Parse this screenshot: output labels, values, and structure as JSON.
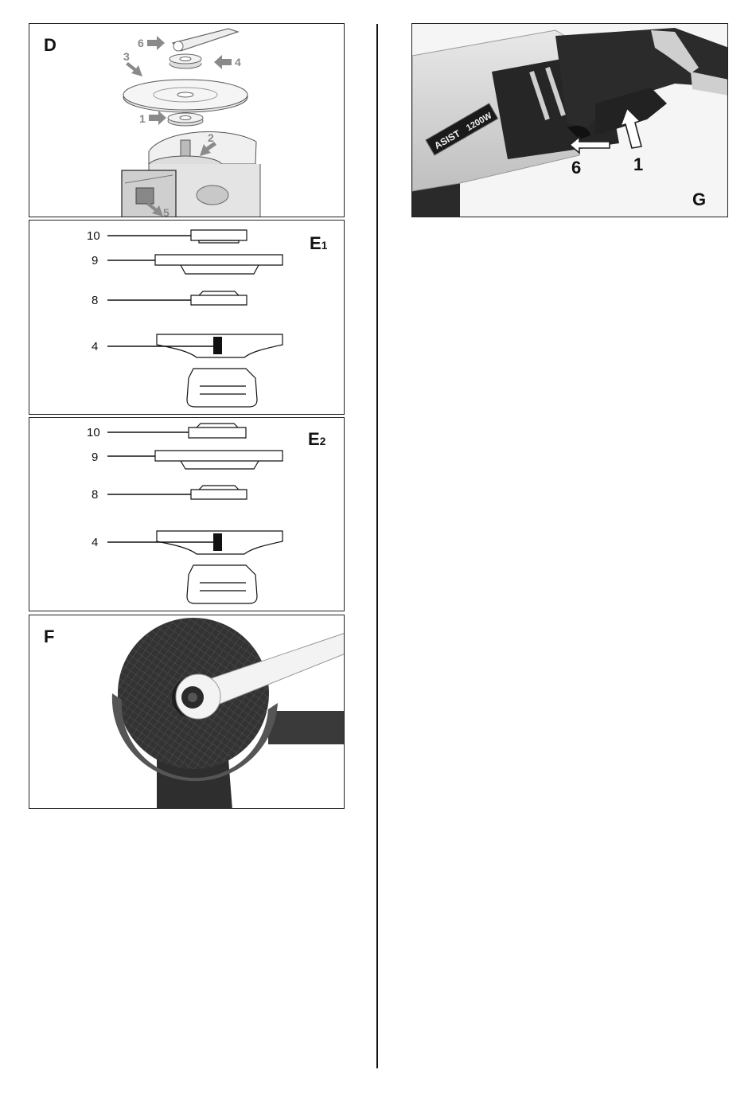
{
  "panels": {
    "D": {
      "label": "D",
      "callouts": {
        "c1": "1",
        "c2": "2",
        "c3": "3",
        "c4": "4",
        "c5": "5",
        "c6": "6"
      }
    },
    "E1": {
      "label_main": "E",
      "label_sub": "1",
      "callouts": {
        "c10": "10",
        "c9": "9",
        "c8": "8",
        "c4": "4"
      }
    },
    "E2": {
      "label_main": "E",
      "label_sub": "2",
      "callouts": {
        "c10": "10",
        "c9": "9",
        "c8": "8",
        "c4": "4"
      }
    },
    "F": {
      "label": "F"
    },
    "G": {
      "label": "G",
      "brand": "ASIST",
      "power": "1200W",
      "callouts": {
        "c6": "6",
        "c1": "1"
      }
    }
  },
  "colors": {
    "border": "#222222",
    "arrow_grey": "#8a8a8a",
    "photo_dark": "#2b2b2b",
    "photo_light": "#d9d9d9"
  }
}
